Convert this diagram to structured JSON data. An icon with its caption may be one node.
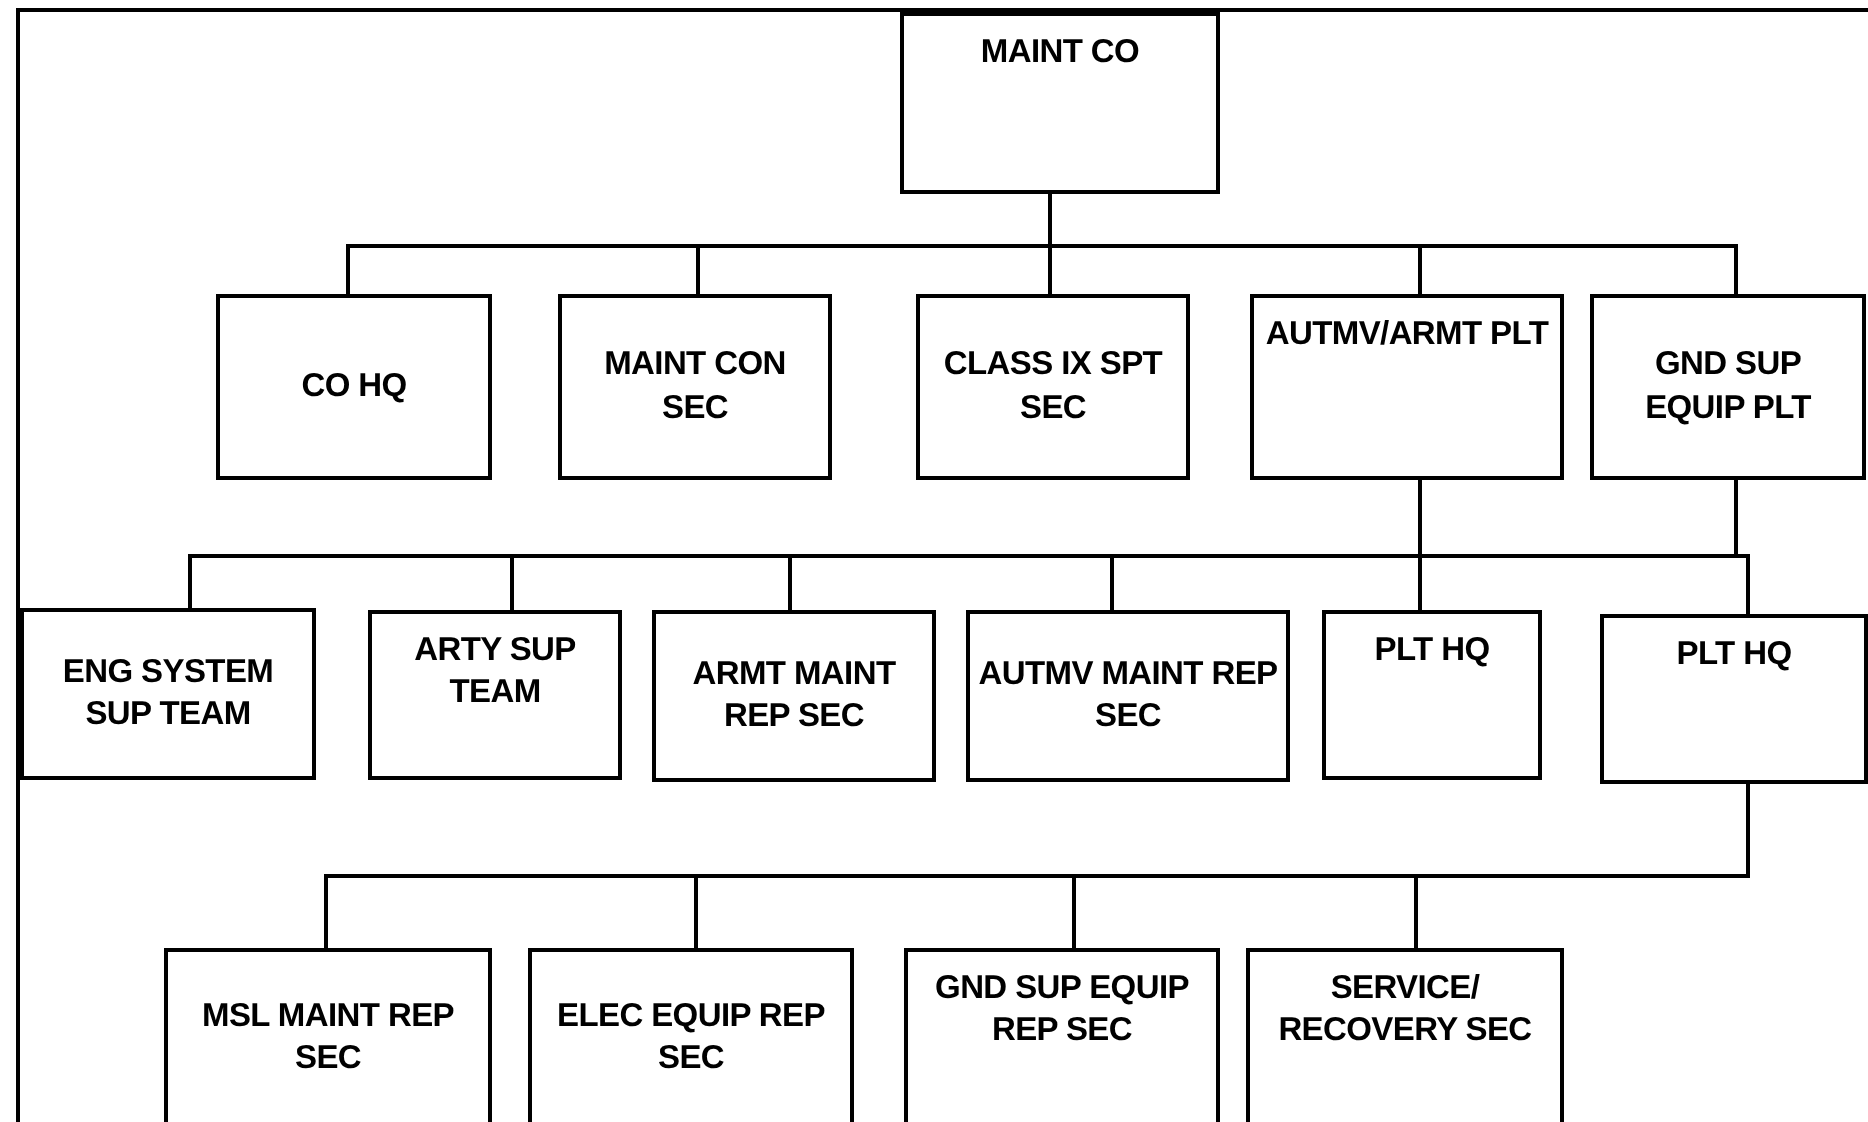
{
  "diagram": {
    "nodes": [
      {
        "text": [
          "MAINT CO"
        ]
      },
      {
        "text": [
          "CO HQ"
        ]
      },
      {
        "text": [
          "MAINT CON SEC"
        ]
      },
      {
        "text": [
          "CLASS IX SPT SEC"
        ]
      },
      {
        "text": [
          "AUTMV/ARMT PLT"
        ]
      },
      {
        "text": [
          "GND SUP EQUIP PLT"
        ]
      },
      {
        "text": [
          "ENG SYSTEM SUP TEAM"
        ]
      },
      {
        "text": [
          "ARTY SUP TEAM"
        ]
      },
      {
        "text": [
          "ARMT MAINT REP SEC"
        ]
      },
      {
        "text": [
          "AUTMV MAINT REP SEC"
        ]
      },
      {
        "text": [
          "PLT HQ"
        ]
      },
      {
        "text": [
          "PLT HQ"
        ]
      },
      {
        "text": [
          "MSL MAINT REP SEC"
        ]
      },
      {
        "text": [
          "ELEC EQUIP REP SEC"
        ]
      },
      {
        "text": [
          "GND SUP EQUIP REP SEC"
        ]
      },
      {
        "text": [
          "SERVICE/ RECOVERY SEC"
        ]
      }
    ],
    "edges": [
      {
        "from": 0,
        "to": 1,
        "arrow": "none"
      },
      {
        "from": 0,
        "to": 2,
        "arrow": "none"
      },
      {
        "from": 0,
        "to": 3,
        "arrow": "none"
      },
      {
        "from": 0,
        "to": 4,
        "arrow": "none"
      },
      {
        "from": 0,
        "to": 5,
        "arrow": "none"
      },
      {
        "from": 4,
        "to": 6,
        "arrow": "none"
      },
      {
        "from": 4,
        "to": 7,
        "arrow": "none"
      },
      {
        "from": 4,
        "to": 8,
        "arrow": "none"
      },
      {
        "from": 4,
        "to": 9,
        "arrow": "none"
      },
      {
        "from": 4,
        "to": 10,
        "arrow": "none"
      },
      {
        "from": 5,
        "to": 11,
        "arrow": "none"
      },
      {
        "from": 11,
        "to": 12,
        "arrow": "none"
      },
      {
        "from": 11,
        "to": 13,
        "arrow": "none"
      },
      {
        "from": 11,
        "to": 14,
        "arrow": "none"
      },
      {
        "from": 11,
        "to": 15,
        "arrow": "none"
      }
    ]
  }
}
